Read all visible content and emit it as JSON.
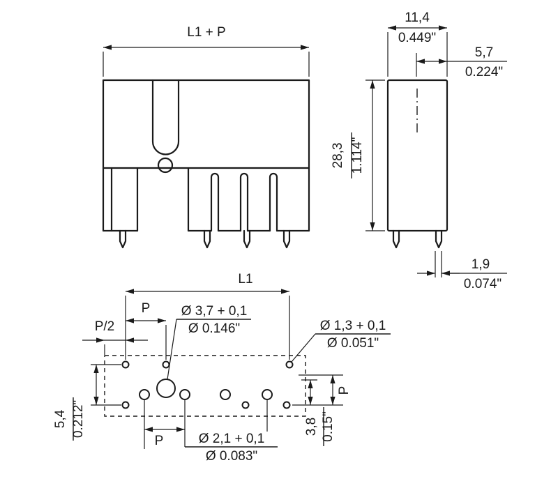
{
  "front_view": {
    "dim_width": "L1 + P"
  },
  "side_view": {
    "dim_width_mm": "11,4",
    "dim_width_in": "0.449\"",
    "dim_offset_mm": "5,7",
    "dim_offset_in": "0.224\"",
    "dim_height_mm": "28,3",
    "dim_height_in": "1.114\"",
    "dim_pin_mm": "1,9",
    "dim_pin_in": "0.074\""
  },
  "footprint": {
    "dim_l1": "L1",
    "dim_pitch_top": "P",
    "dim_half_pitch": "P/2",
    "dim_pitch_bottom": "P",
    "dim_pitch_vertical": "P",
    "dim_row_mm": "5,4",
    "dim_row_in": "0.212\"",
    "dim_row2_mm": "3,8",
    "dim_row2_in": "0.15\"",
    "hole_large_mm": "Ø 3,7 + 0,1",
    "hole_large_in": "Ø 0.146\"",
    "hole_small_mm": "Ø 1,3 + 0,1",
    "hole_small_in": "Ø 0.051\"",
    "hole_mid_mm": "Ø 2,1 + 0,1",
    "hole_mid_in": "Ø 0.083\""
  }
}
